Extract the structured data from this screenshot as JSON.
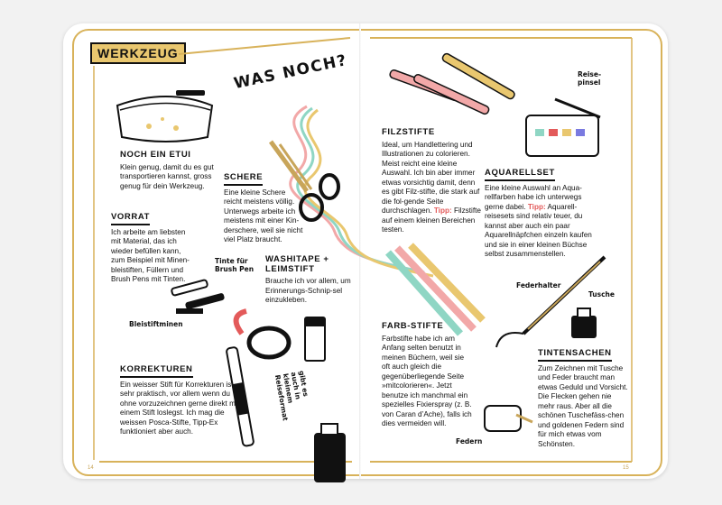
{
  "header": {
    "badge": "WERKZEUG",
    "headline": "WAS NOCH?"
  },
  "sections": {
    "etui": {
      "title": "NOCH EIN ETUI",
      "text": "Klein genug, damit du es gut transportieren kannst, gross genug für dein Werkzeug."
    },
    "vorrat": {
      "title": "VORRAT",
      "text": "Ich arbeite am liebsten mit Material, das ich wieder befüllen kann, zum Beispiel mit Minen-bleistiften, Füllern und Brush Pens mit Tinten."
    },
    "korrekturen": {
      "title": "KORREKTUREN",
      "text": "Ein weisser Stift für Korrekturen ist sehr praktisch, vor allem wenn du ohne vorzuzeichnen gerne direkt mit einem Stift loslegst. Ich mag die weissen Posca-Stifte, Tipp-Ex funktioniert aber auch."
    },
    "schere": {
      "title": "SCHERE",
      "text": "Eine kleine Schere reicht meistens völlig. Unterwegs arbeite ich meistens mit einer Kin-derschere, weil sie nicht viel Platz braucht."
    },
    "washi": {
      "title": "WASHITAPE + LEIMSTIFT",
      "text": "Brauche ich vor allem, um Erinnerungs-Schnip-sel einzukleben."
    },
    "filzstifte": {
      "title": "FILZSTIFTE",
      "text": "Ideal, um Handlettering und Illustrationen zu colorieren. Meist reicht eine kleine Auswahl. Ich bin aber immer etwas vorsichtig damit, denn es gibt Filz-stifte, die stark auf die fol-gende Seite durchschlagen.",
      "tip_label": "Tipp:",
      "tip_text": "Filzstifte auf einem kleinen Bereichen testen."
    },
    "aquarell": {
      "title": "AQUARELLSET",
      "text": "Eine kleine Auswahl an Aqua-rellfarben habe ich unterwegs gerne dabei.",
      "tip_label": "Tipp:",
      "tip_text": "Aquarell-reisesets sind relativ teuer, du kannst aber auch ein paar Aquarellnäpfchen einzeln kaufen und sie in einer kleinen Büchse selbst zusammenstellen."
    },
    "farbstifte": {
      "title": "FARB-STIFTE",
      "text": "Farbstifte habe ich am Anfang selten benutzt in meinen Büchern, weil sie oft auch gleich die gegenüberliegende Seite »mitcolorieren«. Jetzt benutze ich manchmal ein spezielles Fixierspray (z. B. von Caran d’Ache), falls ich dies vermeiden will."
    },
    "tinten": {
      "title": "TINTENSACHEN",
      "text": "Zum Zeichnen mit Tusche und Feder braucht man etwas Geduld und Vorsicht. Die Flecken gehen nie mehr raus. Aber all die schönen Tuschefäss-chen und goldenen Federn sind für mich etwas vom Schönsten."
    }
  },
  "handwritten": {
    "tinte": "Tinte für Brush Pen",
    "minen": "Bleistiftminen",
    "reiseformat": "gibt es auch in kleinem Reiseformat",
    "reisepinsel": "Reise-pinsel",
    "federhalter": "Federhalter",
    "tusche": "Tusche",
    "federn": "Federn"
  },
  "page_numbers": {
    "left": "14",
    "right": "15"
  },
  "colors": {
    "gold": "#d8b25a",
    "accent": "#e9c76f",
    "tip": "#e35a5a",
    "teal": "#8fd6c4",
    "pink": "#f2a8a8"
  }
}
